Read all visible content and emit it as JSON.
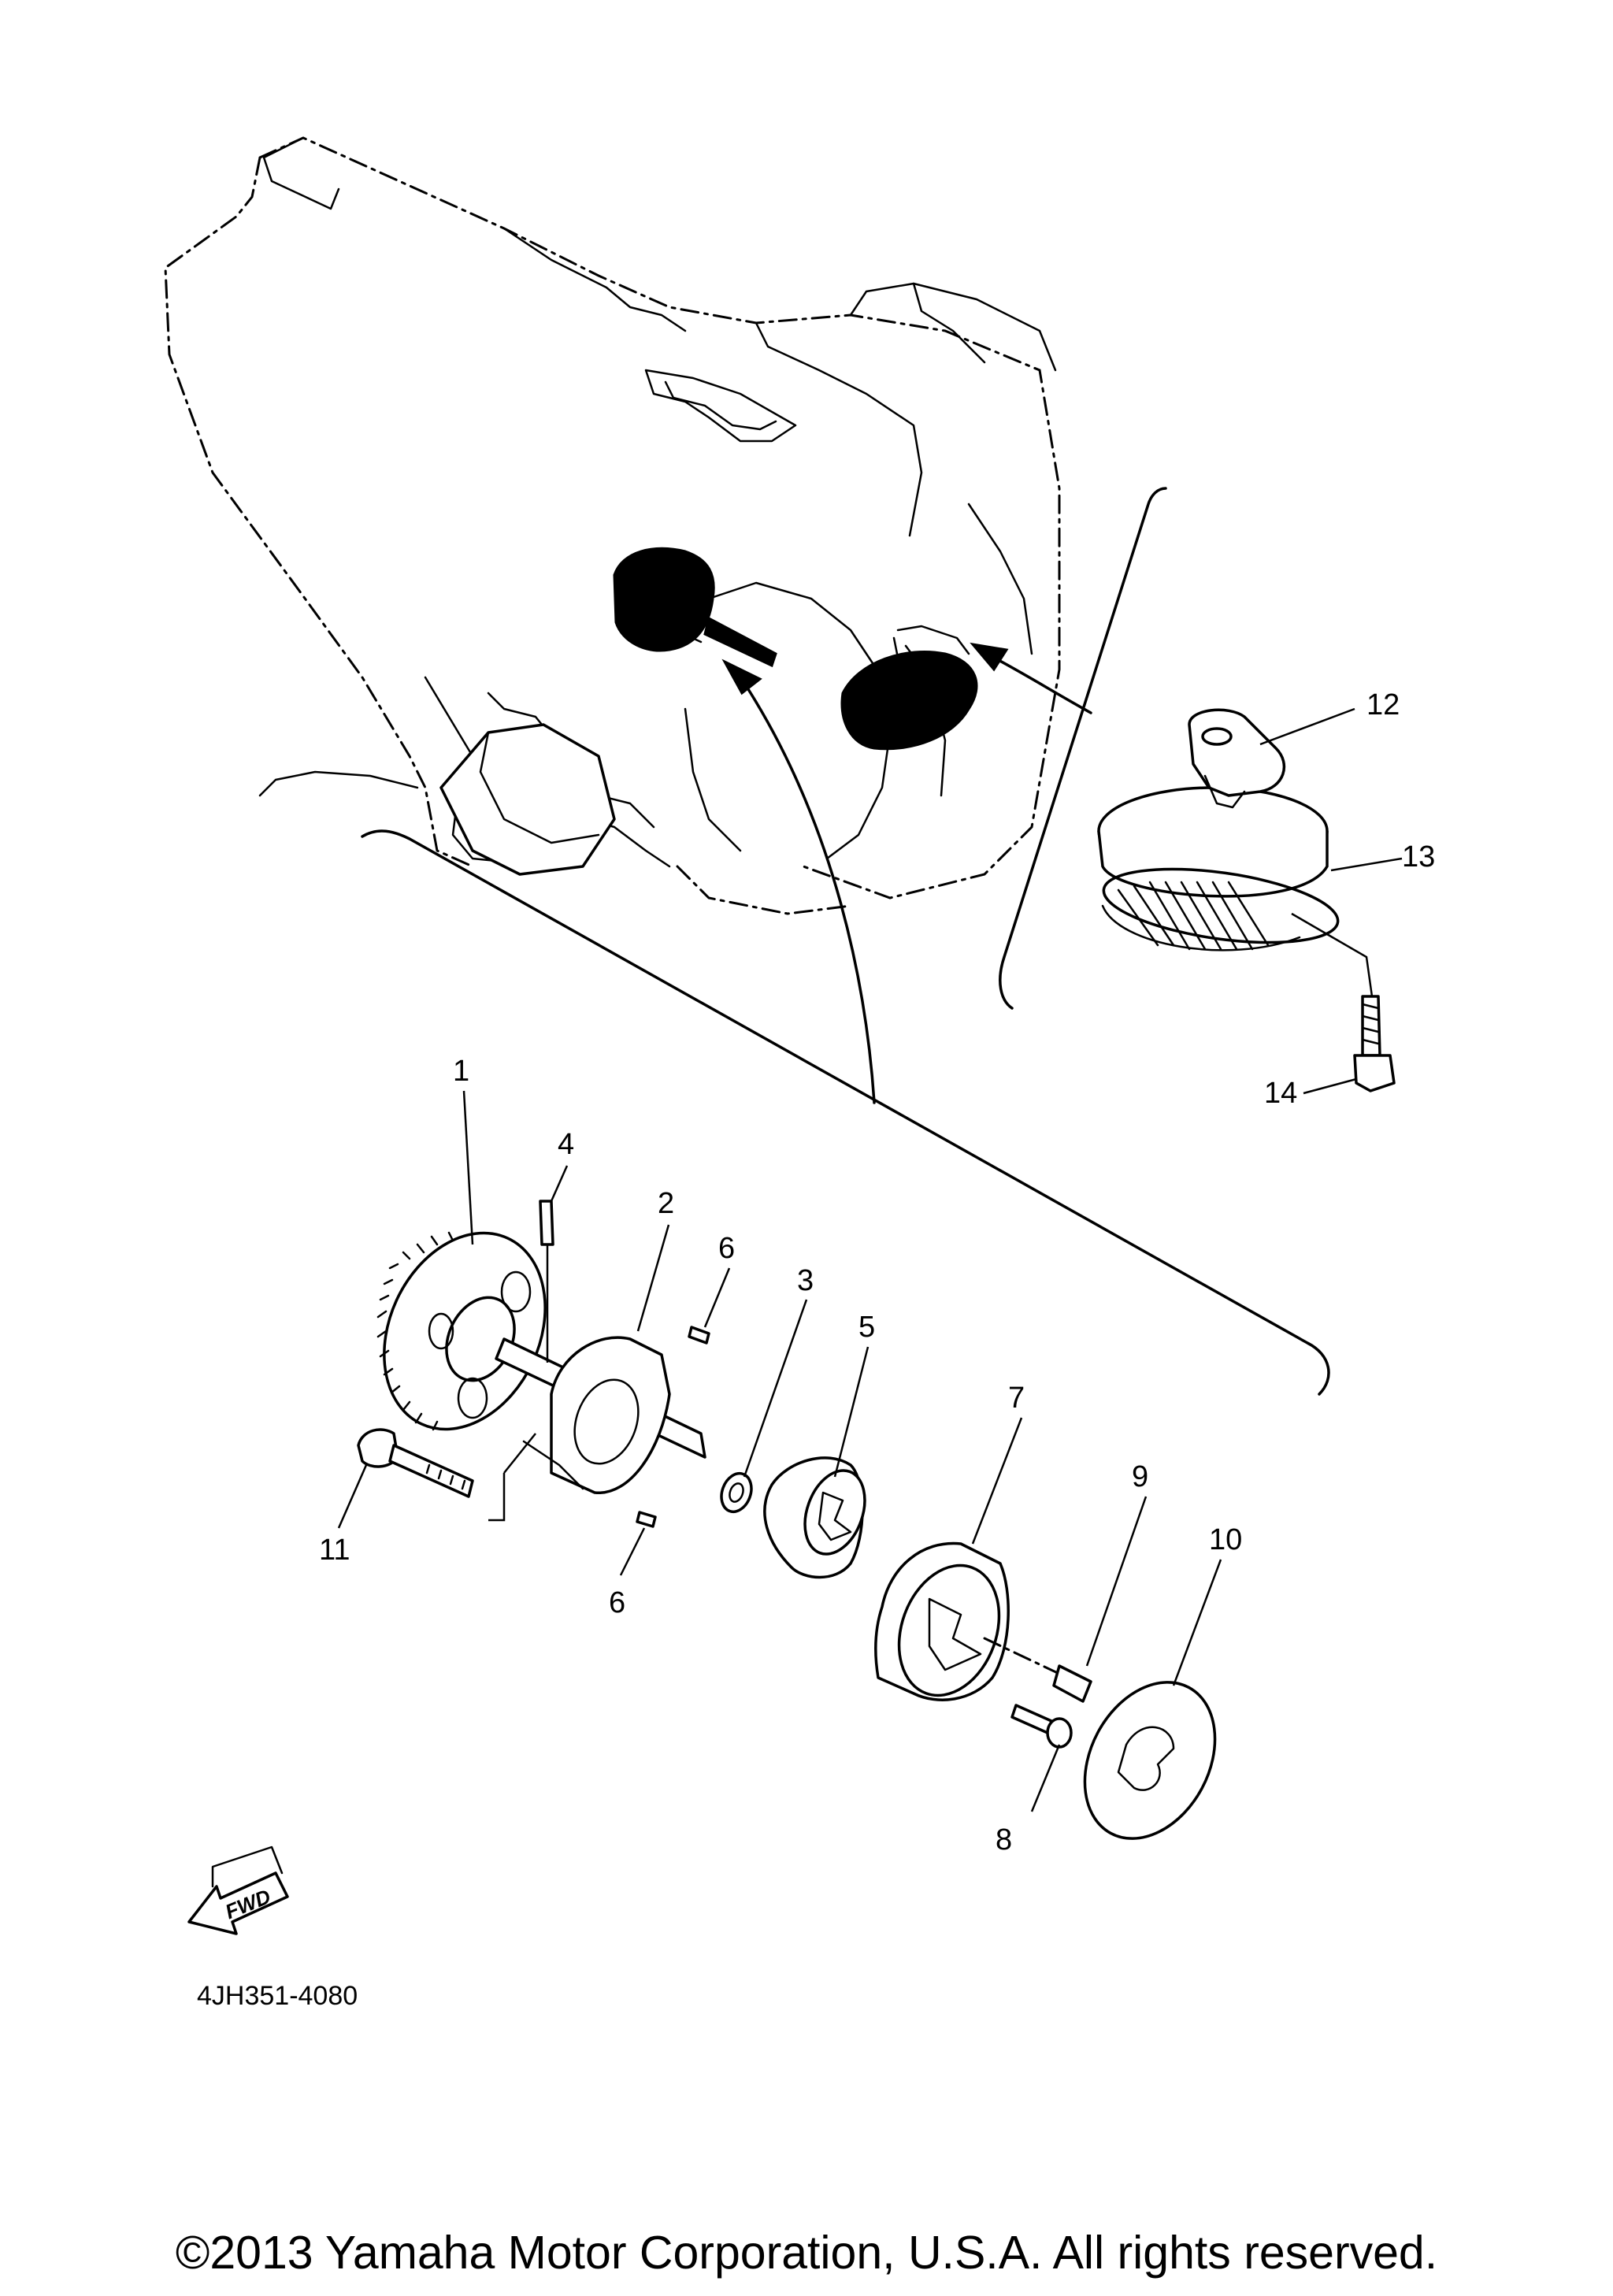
{
  "diagram": {
    "callouts": [
      "1",
      "2",
      "3",
      "4",
      "5",
      "6",
      "6",
      "7",
      "8",
      "9",
      "10",
      "11",
      "12",
      "13",
      "14"
    ],
    "fwd_badge": "FWD",
    "diagram_code": "4JH351-4080",
    "copyright": "©2013 Yamaha Motor Corporation, U.S.A. All rights reserved."
  }
}
